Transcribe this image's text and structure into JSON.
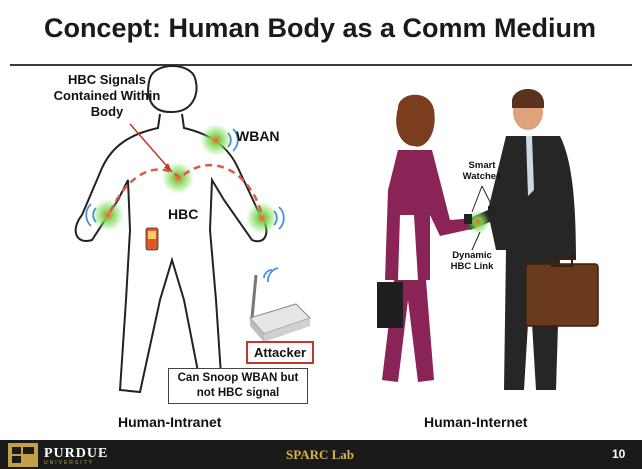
{
  "slide": {
    "title": "Concept: Human Body as a Comm Medium",
    "left_panel": {
      "hbc_signals_label": "HBC Signals Contained Within Body",
      "wban_label": "WBAN",
      "hbc_label": "HBC",
      "attacker_label": "Attacker",
      "snoop_text": "Can Snoop WBAN but not HBC signal",
      "caption": "Human-Intranet"
    },
    "right_panel": {
      "smart_watches_label": "Smart Watches",
      "dynamic_link_label": "Dynamic HBC Link",
      "caption": "Human-Internet"
    },
    "footer": {
      "university": "PURDUE",
      "university_sub": "UNIVERSITY",
      "lab": "SPARC Lab",
      "page": "10"
    }
  },
  "colors": {
    "footer_bg": "#1a1a1a",
    "footer_gold": "#d9b24a",
    "attacker_border": "#c0392b",
    "signal_glow": "#4caf50",
    "link_dash": "#e05a4a"
  }
}
